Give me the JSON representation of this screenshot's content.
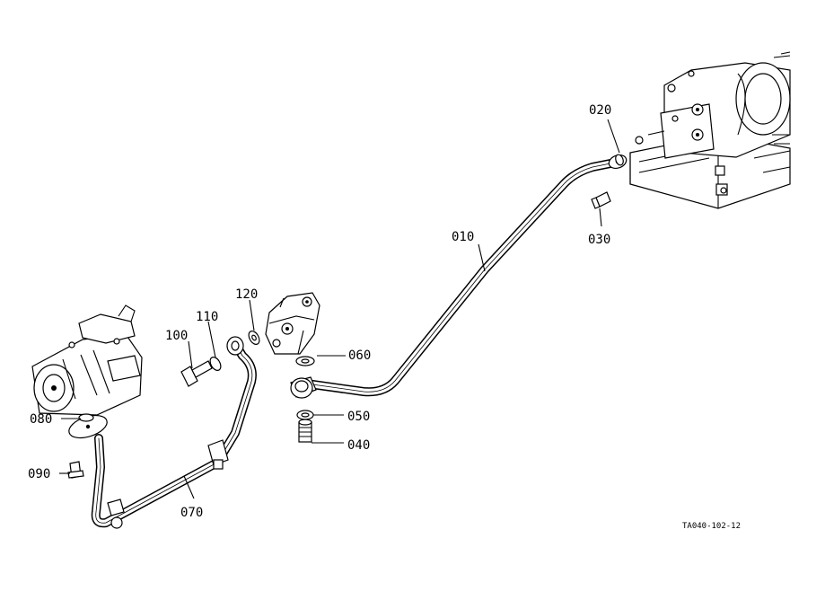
{
  "diagram": {
    "drawing_code": "TA040-102-12",
    "callouts": {
      "p010": "010",
      "p020": "020",
      "p030": "030",
      "p040": "040",
      "p050": "050",
      "p060": "060",
      "p070": "070",
      "p080": "080",
      "p090": "090",
      "p100": "100",
      "p110": "110",
      "p120": "120"
    }
  }
}
